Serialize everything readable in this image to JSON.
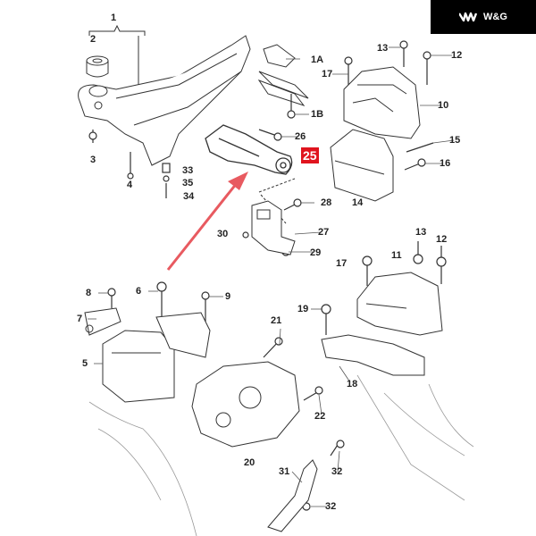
{
  "logo": {
    "text": "W&G"
  },
  "highlight": {
    "label": "25",
    "color": "#e0141e"
  },
  "callouts": [
    "1",
    "2",
    "1A",
    "17",
    "13",
    "12",
    "1B",
    "10",
    "26",
    "15",
    "16",
    "3",
    "4",
    "33",
    "35",
    "34",
    "28",
    "14",
    "30",
    "27",
    "29",
    "13",
    "12",
    "17",
    "11",
    "8",
    "6",
    "9",
    "7",
    "19",
    "21",
    "5",
    "18",
    "22",
    "20",
    "31",
    "32",
    "32"
  ]
}
